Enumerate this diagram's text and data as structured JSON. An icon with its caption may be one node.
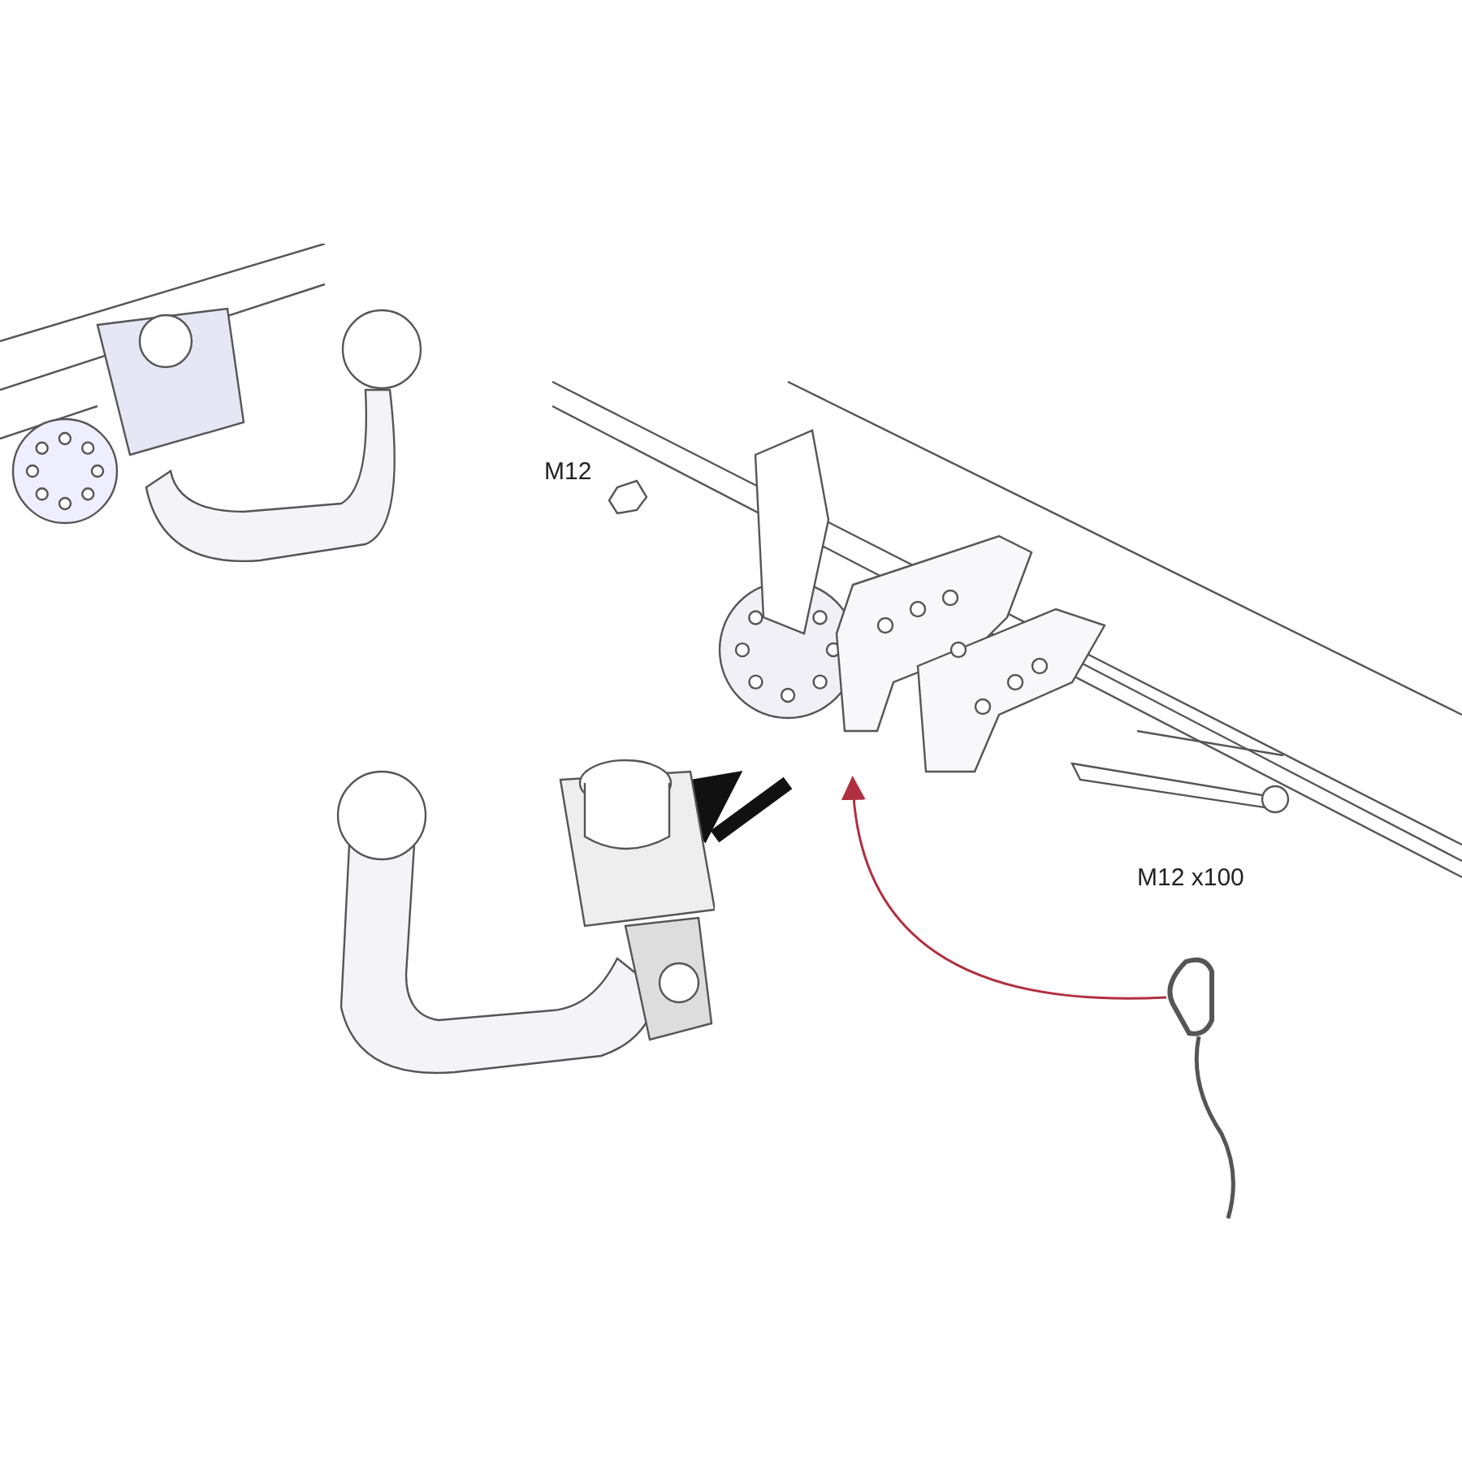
{
  "diagram": {
    "nodes": [
      {
        "text": [],
        "shape": "picture"
      },
      {
        "text": [],
        "shape": "picture"
      },
      {
        "text": [],
        "shape": "picture"
      },
      {
        "text": [],
        "shape": "picture"
      }
    ],
    "edges": [
      {
        "from": 1,
        "to": 2,
        "arrow": "to",
        "style": "thick"
      },
      {
        "from": 3,
        "to": 2,
        "arrow": "to",
        "color": "#b03040"
      }
    ],
    "labels": [
      "M12",
      "M12 x100"
    ]
  }
}
